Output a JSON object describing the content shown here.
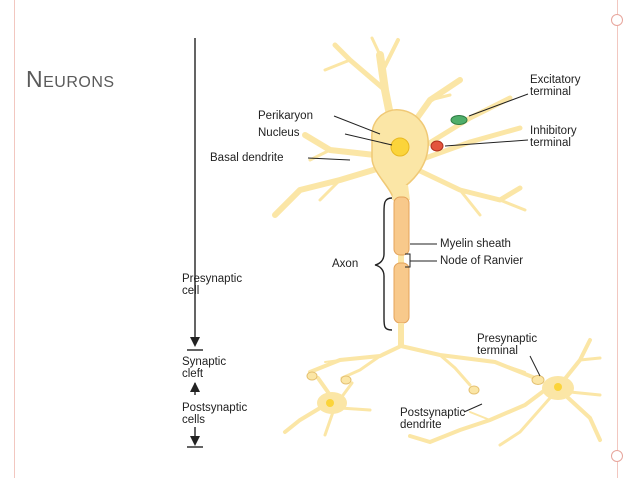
{
  "slide": {
    "title": "Neurons"
  },
  "labels": {
    "excitatory_terminal": [
      "Excitatory",
      "terminal"
    ],
    "inhibitory_terminal": [
      "Inhibitory",
      "terminal"
    ],
    "perikaryon": "Perikaryon",
    "nucleus": "Nucleus",
    "basal_dendrite": "Basal dendrite",
    "myelin_sheath": "Myelin sheath",
    "axon": "Axon",
    "node_of_ranvier": "Node of Ranvier",
    "presynaptic_cell": [
      "Presynaptic",
      "cell"
    ],
    "presynaptic_terminal": [
      "Presynaptic",
      "terminal"
    ],
    "synaptic_cleft": [
      "Synaptic",
      "cleft"
    ],
    "postsynaptic_cells": [
      "Postsynaptic",
      "cells"
    ],
    "postsynaptic_dendrite": [
      "Postsynaptic",
      "dendrite"
    ]
  },
  "colors": {
    "cell_fill": "#fbe6a6",
    "cell_outline": "#f0c976",
    "nucleus_fill": "#fbd43a",
    "myelin_fill": "#f8c98b",
    "excitatory_fill": "#4fae6a",
    "inhibitory_fill": "#e3543d",
    "frame": "#e7a59c"
  }
}
